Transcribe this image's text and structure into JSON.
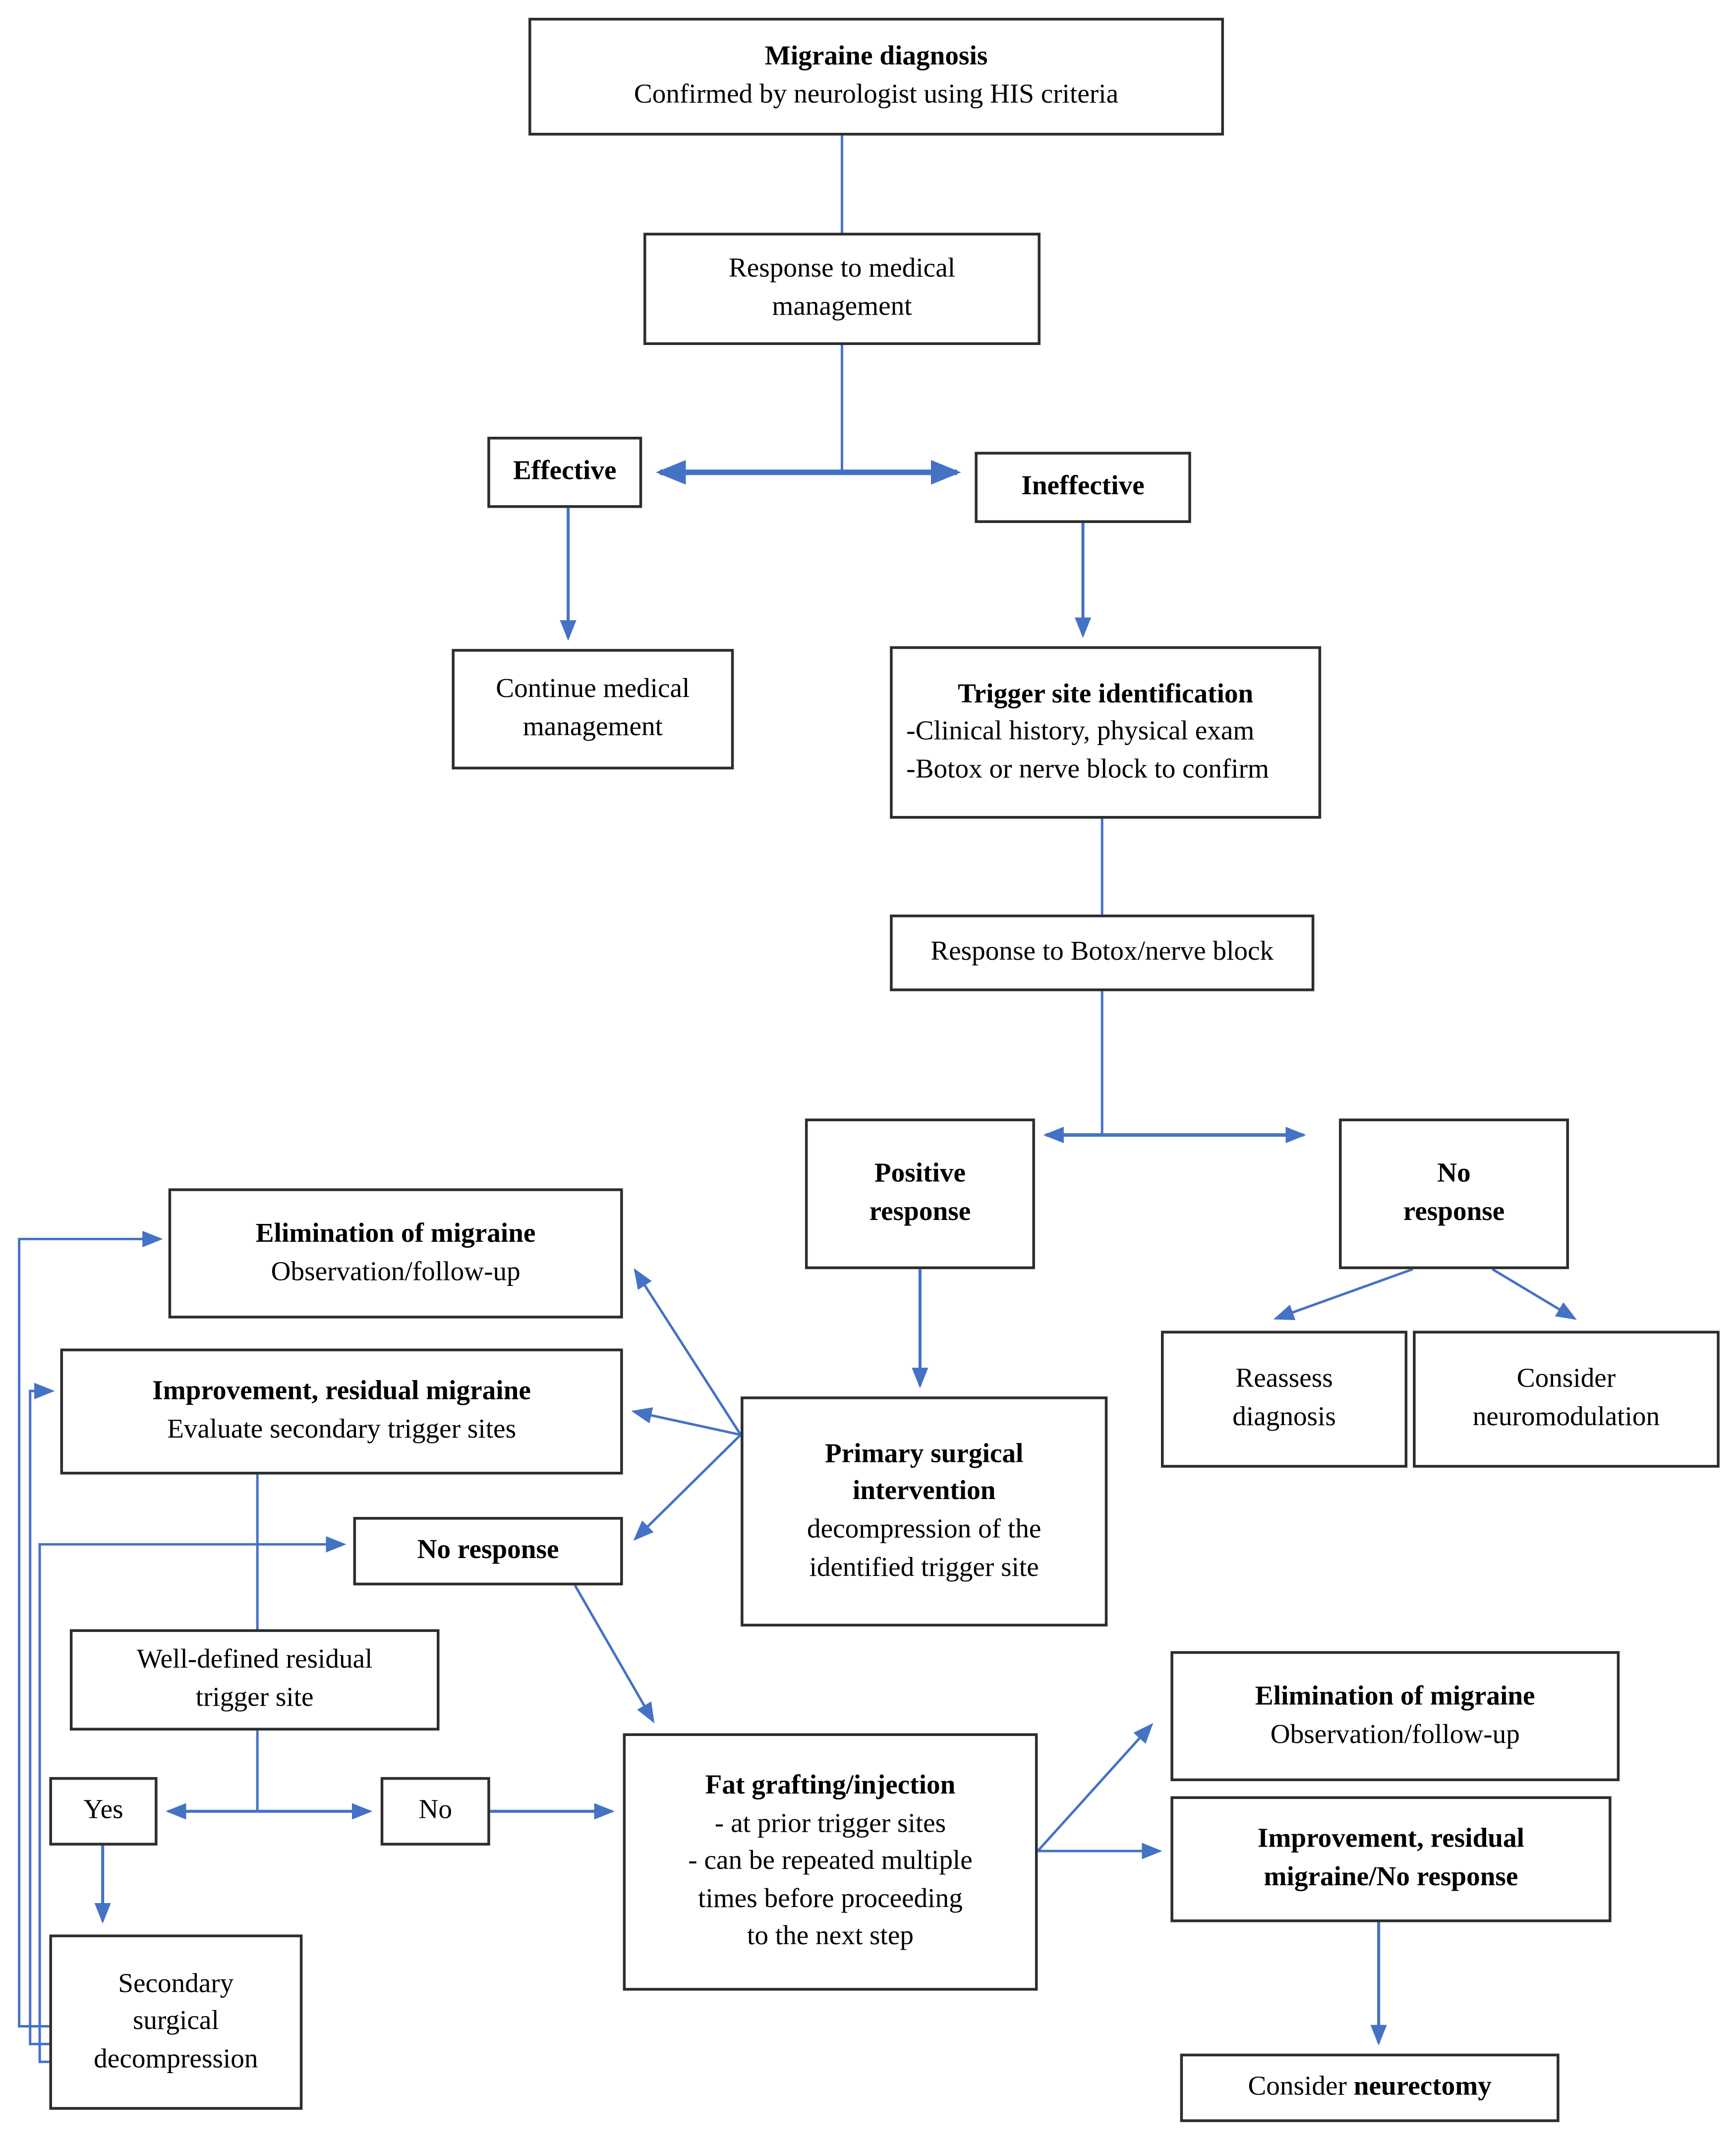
{
  "colors": {
    "arrow": "#4472C4",
    "border": "#2d2d2d",
    "text": "#000000",
    "background": "#ffffff"
  },
  "nodes": {
    "migraine_diagnosis": {
      "line1": "Migraine diagnosis",
      "line2": "Confirmed by neurologist using HIS criteria"
    },
    "response_medical": {
      "line1": "Response to medical",
      "line2": "management"
    },
    "effective": {
      "line1": "Effective"
    },
    "ineffective": {
      "line1": "Ineffective"
    },
    "continue_medical": {
      "line1": "Continue medical",
      "line2": "management"
    },
    "trigger_site": {
      "line1": "Trigger site identification",
      "line2": "-Clinical history, physical exam",
      "line3": "-Botox or nerve block to confirm"
    },
    "response_botox": {
      "line1": "Response to Botox/nerve block"
    },
    "positive_response": {
      "line1": "Positive",
      "line2": "response"
    },
    "no_response_1": {
      "line1": "No",
      "line2": "response"
    },
    "reassess": {
      "line1": "Reassess",
      "line2": "diagnosis"
    },
    "neuromodulation": {
      "line1": "Consider",
      "line2": "neuromodulation"
    },
    "primary_surgical": {
      "line1": "Primary surgical",
      "line2": "intervention",
      "line3": "decompression of the",
      "line4": "identified trigger site"
    },
    "elimination_1": {
      "line1": "Elimination of migraine",
      "line2": "Observation/follow-up"
    },
    "improvement_1": {
      "line1": "Improvement, residual migraine",
      "line2": "Evaluate secondary trigger sites"
    },
    "no_response_2": {
      "line1": "No response"
    },
    "well_defined": {
      "line1": "Well-defined residual",
      "line2": "trigger site"
    },
    "yes": {
      "line1": "Yes"
    },
    "no": {
      "line1": "No"
    },
    "fat_grafting": {
      "line1": "Fat grafting/injection",
      "line2": "- at prior trigger sites",
      "line3": "- can be repeated multiple",
      "line4": "times before proceeding",
      "line5": "to the next step"
    },
    "elimination_2": {
      "line1": "Elimination of migraine",
      "line2": "Observation/follow-up"
    },
    "improvement_2": {
      "line1": "Improvement, residual",
      "line2": "migraine/No response"
    },
    "neurectomy": {
      "prefix": "Consider ",
      "bold": "neurectomy"
    },
    "secondary": {
      "line1": "Secondary",
      "line2": "surgical",
      "line3": "decompression"
    }
  }
}
